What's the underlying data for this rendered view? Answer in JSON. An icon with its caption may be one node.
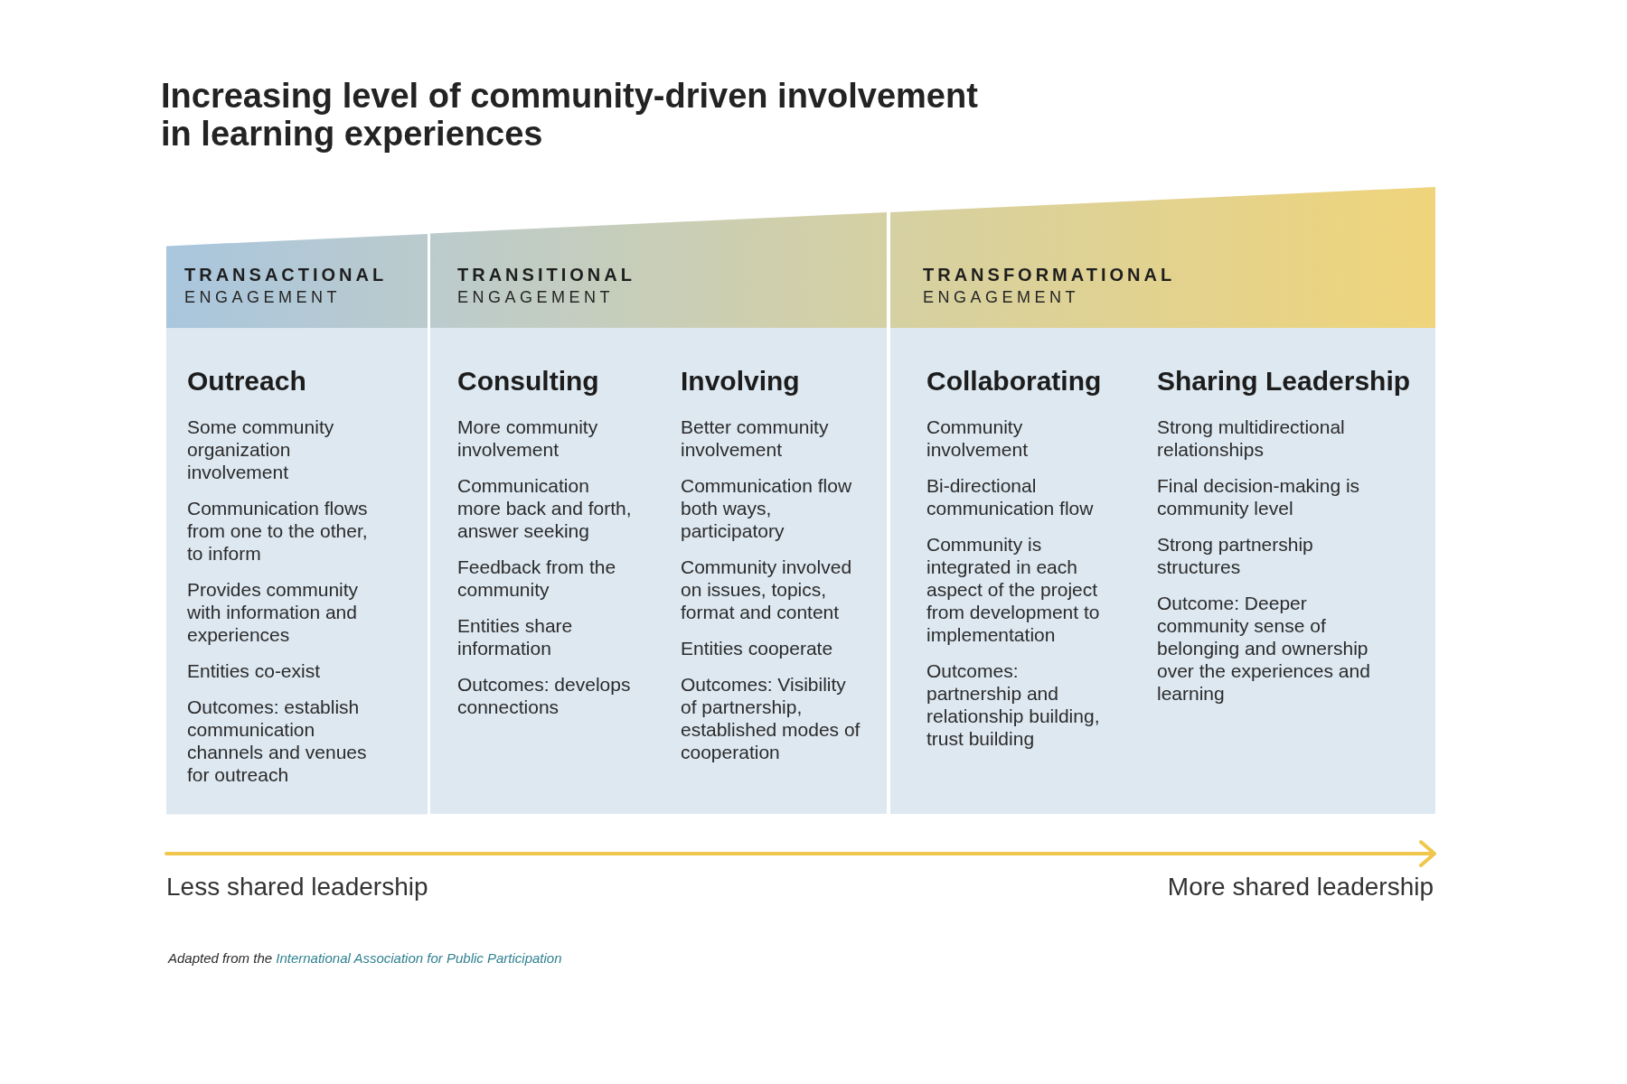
{
  "diagram": {
    "title": "Increasing level of community-driven involvement in learning experiences",
    "nodes": [
      {
        "text": [
          "**TRANSACTIONAL** ENGAGEMENT"
        ]
      },
      {
        "text": [
          "Outreach",
          "Some community organization involvement",
          "Communication flows from one to the other, to inform",
          "Provides community with information and experiences",
          "Entities co-exist",
          "Outcomes: establish communication channels and venues for outreach"
        ],
        "in": 0
      },
      {
        "text": [
          "**TRANSITIONAL** ENGAGEMENT"
        ]
      },
      {
        "text": [
          "Consulting",
          "More community involvement",
          "Communication more back and forth, answer seeking",
          "Feedback from the community",
          "Entities share information",
          "Outcomes: develops connections"
        ],
        "in": 2
      },
      {
        "text": [
          "Involving",
          "Better community involvement",
          "Communication flow both ways, participatory",
          "Community involved on issues, topics, format and content",
          "Entities cooperate",
          "Outcomes: Visibility of partnership, established modes of cooperation"
        ],
        "in": 2
      },
      {
        "text": [
          "**TRANSFORMATIONAL** ENGAGEMENT"
        ]
      },
      {
        "text": [
          "Collaborating",
          "Community involvement",
          "Bi-directional communication flow",
          "Community is integrated in each aspect of the project from development to implementation",
          "Outcomes: partnership and relationship building, trust building"
        ],
        "in": 5
      },
      {
        "text": [
          "Sharing Leadership",
          "Strong multidirectional relationships",
          "Final decision-making is community level",
          "Strong partnership structures",
          "Outcome: Deeper community sense of belonging and ownership over the experiences and learning"
        ],
        "in": 5
      }
    ],
    "labels": [
      "Less shared leadership",
      "More shared leadership"
    ],
    "caption": "Adapted from the *International Association for Public Participation*"
  }
}
